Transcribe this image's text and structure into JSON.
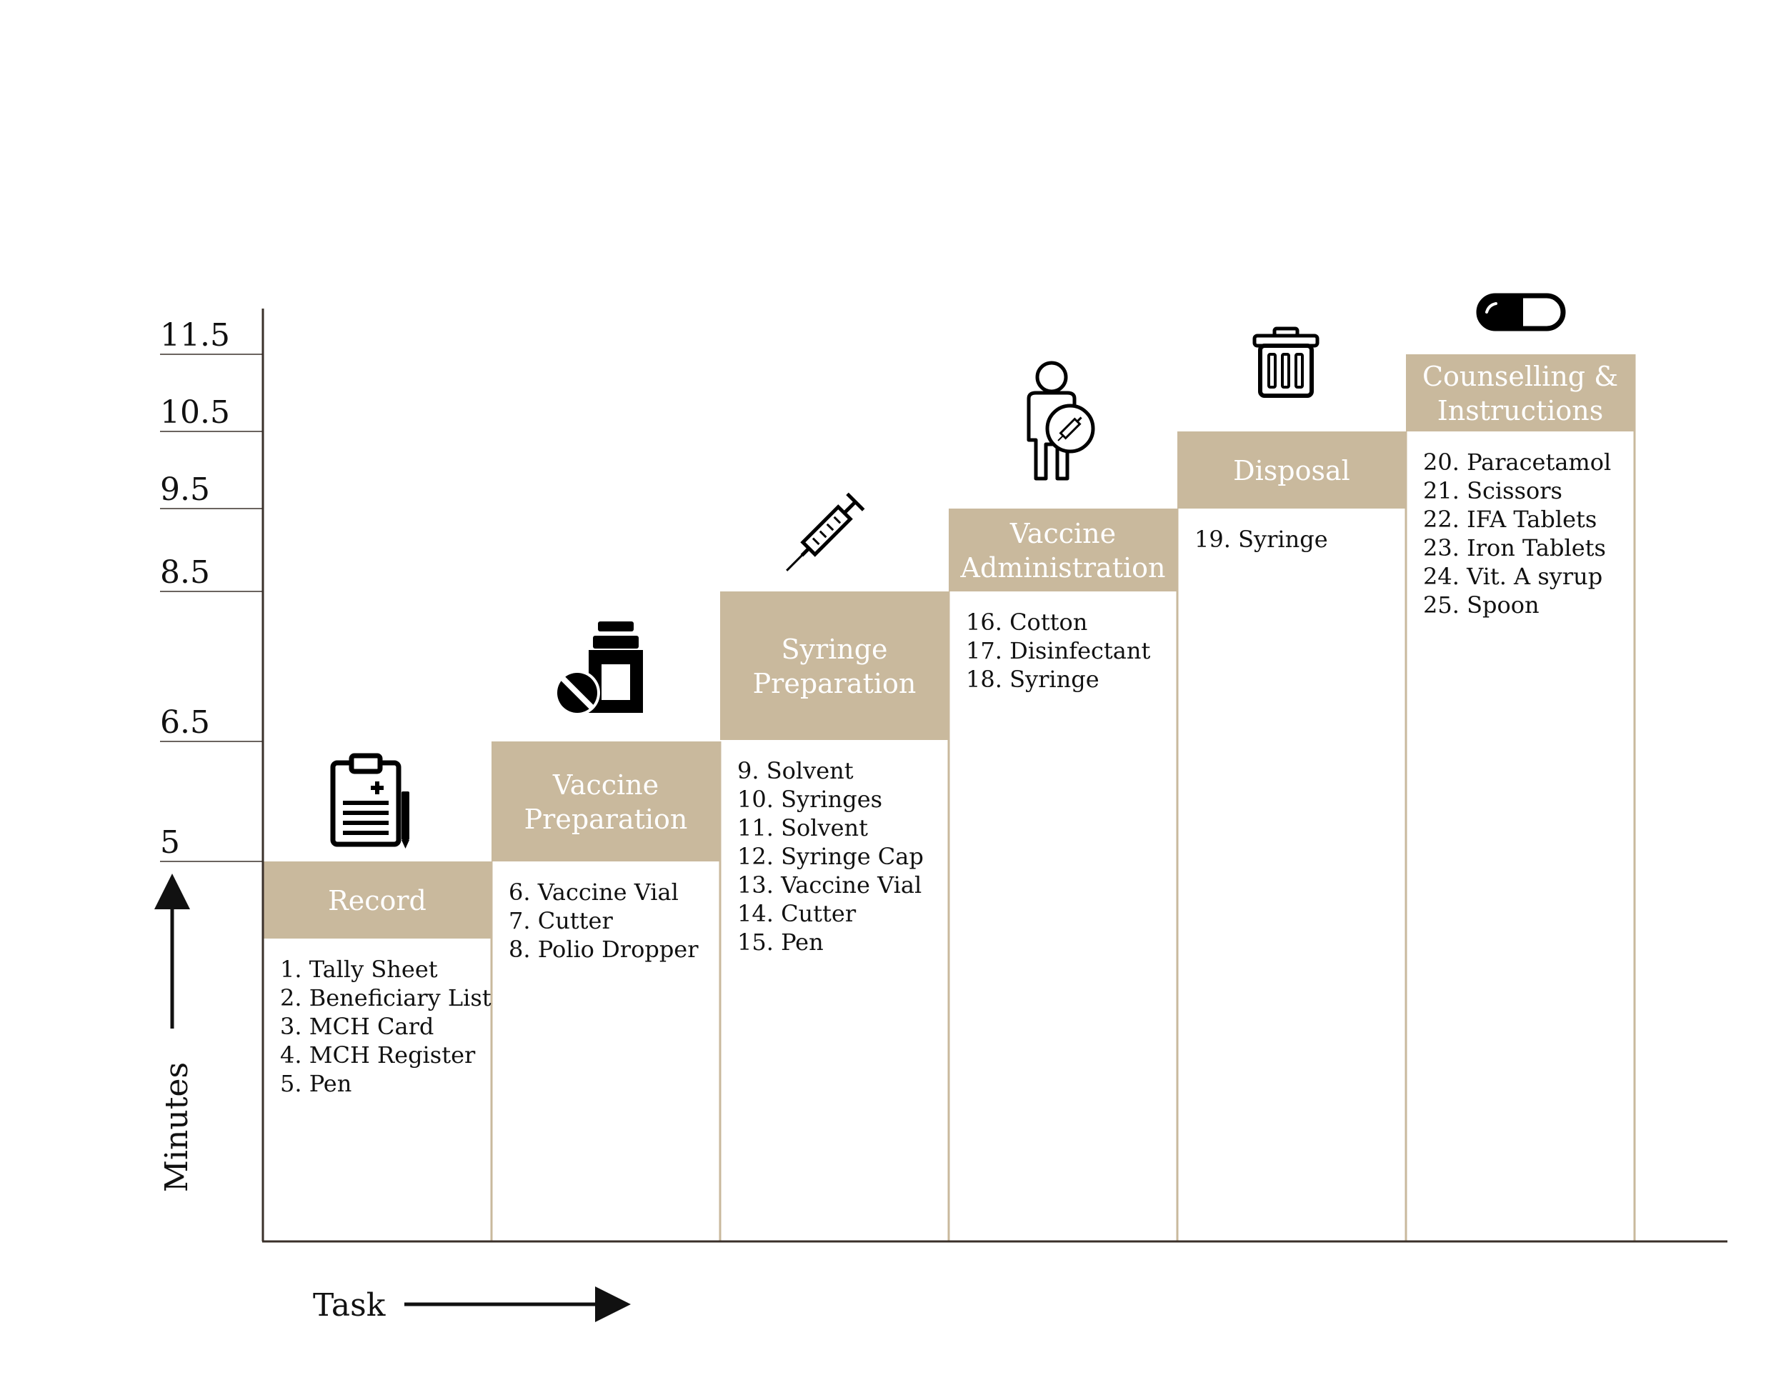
{
  "chart_data": {
    "type": "bar",
    "ylabel": "Minutes",
    "xlabel": "Task",
    "y_ticks": [
      "11.5",
      "10.5",
      "9.5",
      "8.5",
      "6.5",
      "5"
    ],
    "categories": [
      "Record",
      "Vaccine Preparation",
      "Syringe Preparation",
      "Vaccine Administration",
      "Disposal",
      "Counselling & Instructions"
    ],
    "values": [
      5,
      6.5,
      8.5,
      9.5,
      10.5,
      11.5
    ],
    "steps": [
      {
        "id": "record",
        "value": 5,
        "title_lines": [
          "Record"
        ],
        "icon": "clipboard-icon",
        "items": [
          "1. Tally Sheet",
          "2. Beneficiary List",
          "3. MCH Card",
          "4. MCH Register",
          "5. Pen"
        ]
      },
      {
        "id": "vaccine-preparation",
        "value": 6.5,
        "title_lines": [
          "Vaccine",
          "Preparation"
        ],
        "icon": "vial-pill-icon",
        "items": [
          "6. Vaccine Vial",
          "7. Cutter",
          "8. Polio Dropper"
        ]
      },
      {
        "id": "syringe-preparation",
        "value": 8.5,
        "title_lines": [
          "Syringe",
          "Preparation"
        ],
        "icon": "syringe-icon",
        "items": [
          "9. Solvent",
          "10. Syringes",
          "11. Solvent",
          "12. Syringe Cap",
          "13. Vaccine Vial",
          "14. Cutter",
          "15. Pen"
        ]
      },
      {
        "id": "vaccine-administration",
        "value": 9.5,
        "title_lines": [
          "Vaccine",
          "Administration"
        ],
        "icon": "person-syringe-icon",
        "items": [
          "16. Cotton",
          "17. Disinfectant",
          "18. Syringe"
        ]
      },
      {
        "id": "disposal",
        "value": 10.5,
        "title_lines": [
          "Disposal"
        ],
        "icon": "trash-icon",
        "items": [
          "19. Syringe"
        ]
      },
      {
        "id": "counselling-instructions",
        "value": 11.5,
        "title_lines": [
          "Counselling &",
          "Instructions"
        ],
        "icon": "capsule-icon",
        "items": [
          "20. Paracetamol",
          "21. Scissors",
          "22. IFA Tablets",
          "23. Iron Tablets",
          "24. Vit. A syrup",
          "25. Spoon"
        ]
      }
    ]
  },
  "colors": {
    "header_fill": "#c9b99d",
    "column_border": "#c9b99d",
    "axis": "#3a302a",
    "header_text": "#ffffff",
    "text": "#111111"
  }
}
